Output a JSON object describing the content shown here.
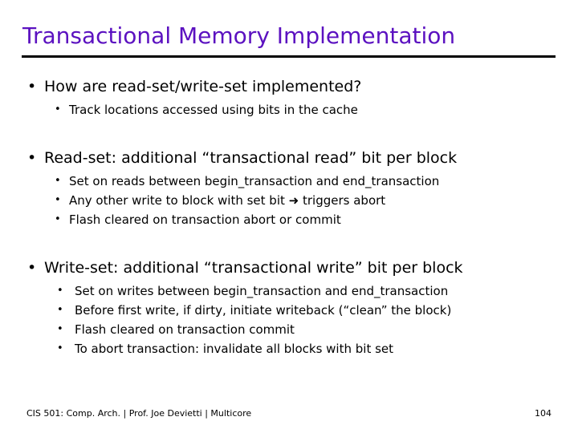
{
  "slide": {
    "title": "Transactional Memory Implementation",
    "title_color": "#5b11c0",
    "rule_color": "#000000",
    "background": "#ffffff",
    "body_color": "#000000"
  },
  "bullet_glyphs": {
    "level1": "•",
    "level2": "•",
    "arrow": "➜"
  },
  "content": [
    {
      "heading": "How are read-set/write-set implemented?",
      "subs": [
        {
          "text": "Track locations accessed using bits in the cache"
        }
      ]
    },
    {
      "heading": "Read-set: additional “transactional read” bit per block",
      "subs": [
        {
          "text": "Set on reads between begin_transaction and end_transaction"
        },
        {
          "pre": "Any other write to block with set bit ",
          "arrow": "➜",
          "post": " triggers abort"
        },
        {
          "text": "Flash cleared on transaction abort or commit"
        }
      ]
    },
    {
      "heading": "Write-set: additional “transactional write” bit per block",
      "subs": [
        {
          "text": "Set on writes between begin_transaction and end_transaction"
        },
        {
          "text": "Before first write, if dirty, initiate writeback (“clean” the block)"
        },
        {
          "text": "Flash cleared on transaction commit"
        },
        {
          "text": "To abort transaction: invalidate all blocks with bit set"
        }
      ]
    }
  ],
  "footer": {
    "left": "CIS 501: Comp. Arch.  |  Prof. Joe Devietti  |  Multicore",
    "page": "104"
  }
}
